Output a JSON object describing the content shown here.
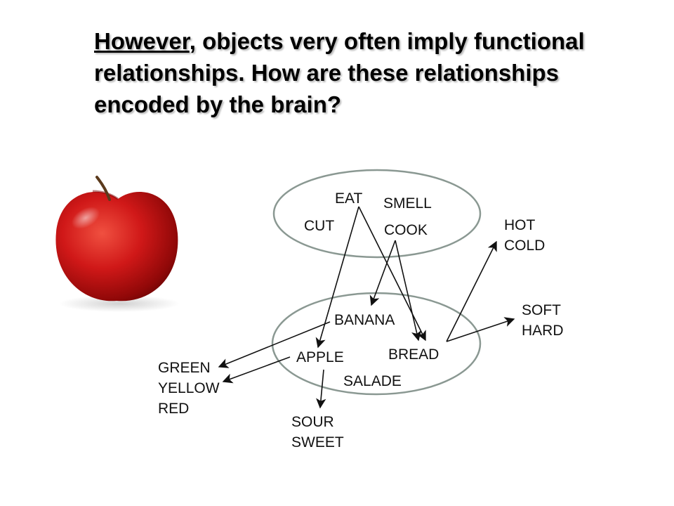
{
  "title": {
    "lead": "However",
    "rest": ", objects very often imply functional relationships. How are these relationships encoded by the brain?"
  },
  "image": {
    "subject": "red apple"
  },
  "diagram": {
    "actions": {
      "eat": "EAT",
      "smell": "SMELL",
      "cut": "CUT",
      "cook": "COOK"
    },
    "objects": {
      "banana": "BANANA",
      "apple": "APPLE",
      "bread": "BREAD",
      "salade": "SALADE"
    },
    "properties": {
      "temperature": [
        "HOT",
        "COLD"
      ],
      "texture": [
        "SOFT",
        "HARD"
      ],
      "color": [
        "GREEN",
        "YELLOW",
        "RED"
      ],
      "taste": [
        "SOUR",
        "SWEET"
      ]
    },
    "colors": {
      "ellipse_stroke": "#8a9892",
      "arrow": "#111111"
    }
  }
}
